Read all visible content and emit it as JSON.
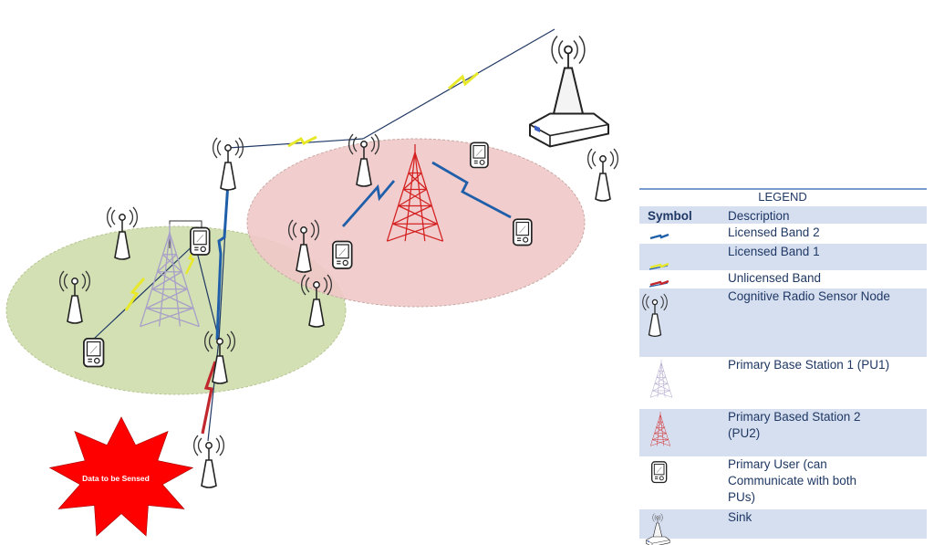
{
  "star": {
    "label": "Data to be Sensed",
    "color": "#ff0000"
  },
  "colors": {
    "zone_green": "#d2e0b4",
    "zone_red": "#efc8c8",
    "licensed_band_2": "#1f5faa",
    "licensed_band_1": "#e8e82a",
    "unlicensed_band": "#c0282d",
    "pu1_tower": "#a9a0c8",
    "pu2_tower": "#d42020",
    "legend_row": "#d6dff0",
    "legend_text": "#1f3864"
  },
  "legend": {
    "title": "LEGEND",
    "col_symbol": "Symbol",
    "col_description": "Description",
    "rows": [
      {
        "icon": "licensed-band-2-icon",
        "desc": [
          "Licensed Band 2"
        ]
      },
      {
        "icon": "licensed-band-1-icon",
        "desc": [
          "Licensed Band 1"
        ]
      },
      {
        "icon": "unlicensed-band-icon",
        "desc": [
          "Unlicensed Band"
        ]
      },
      {
        "icon": "sensor-node-icon",
        "desc": [
          "Cognitive Radio Sensor Node"
        ]
      },
      {
        "icon": "pu1-tower-icon",
        "desc": [
          "Primary Base Station 1 (PU1)"
        ]
      },
      {
        "icon": "pu2-tower-icon",
        "desc": [
          "Primary Based Station 2",
          "(PU2)"
        ]
      },
      {
        "icon": "primary-user-icon",
        "desc": [
          "Primary User (can",
          "Communicate with both",
          "PUs)"
        ]
      },
      {
        "icon": "sink-icon",
        "desc": [
          "Sink"
        ]
      }
    ]
  }
}
